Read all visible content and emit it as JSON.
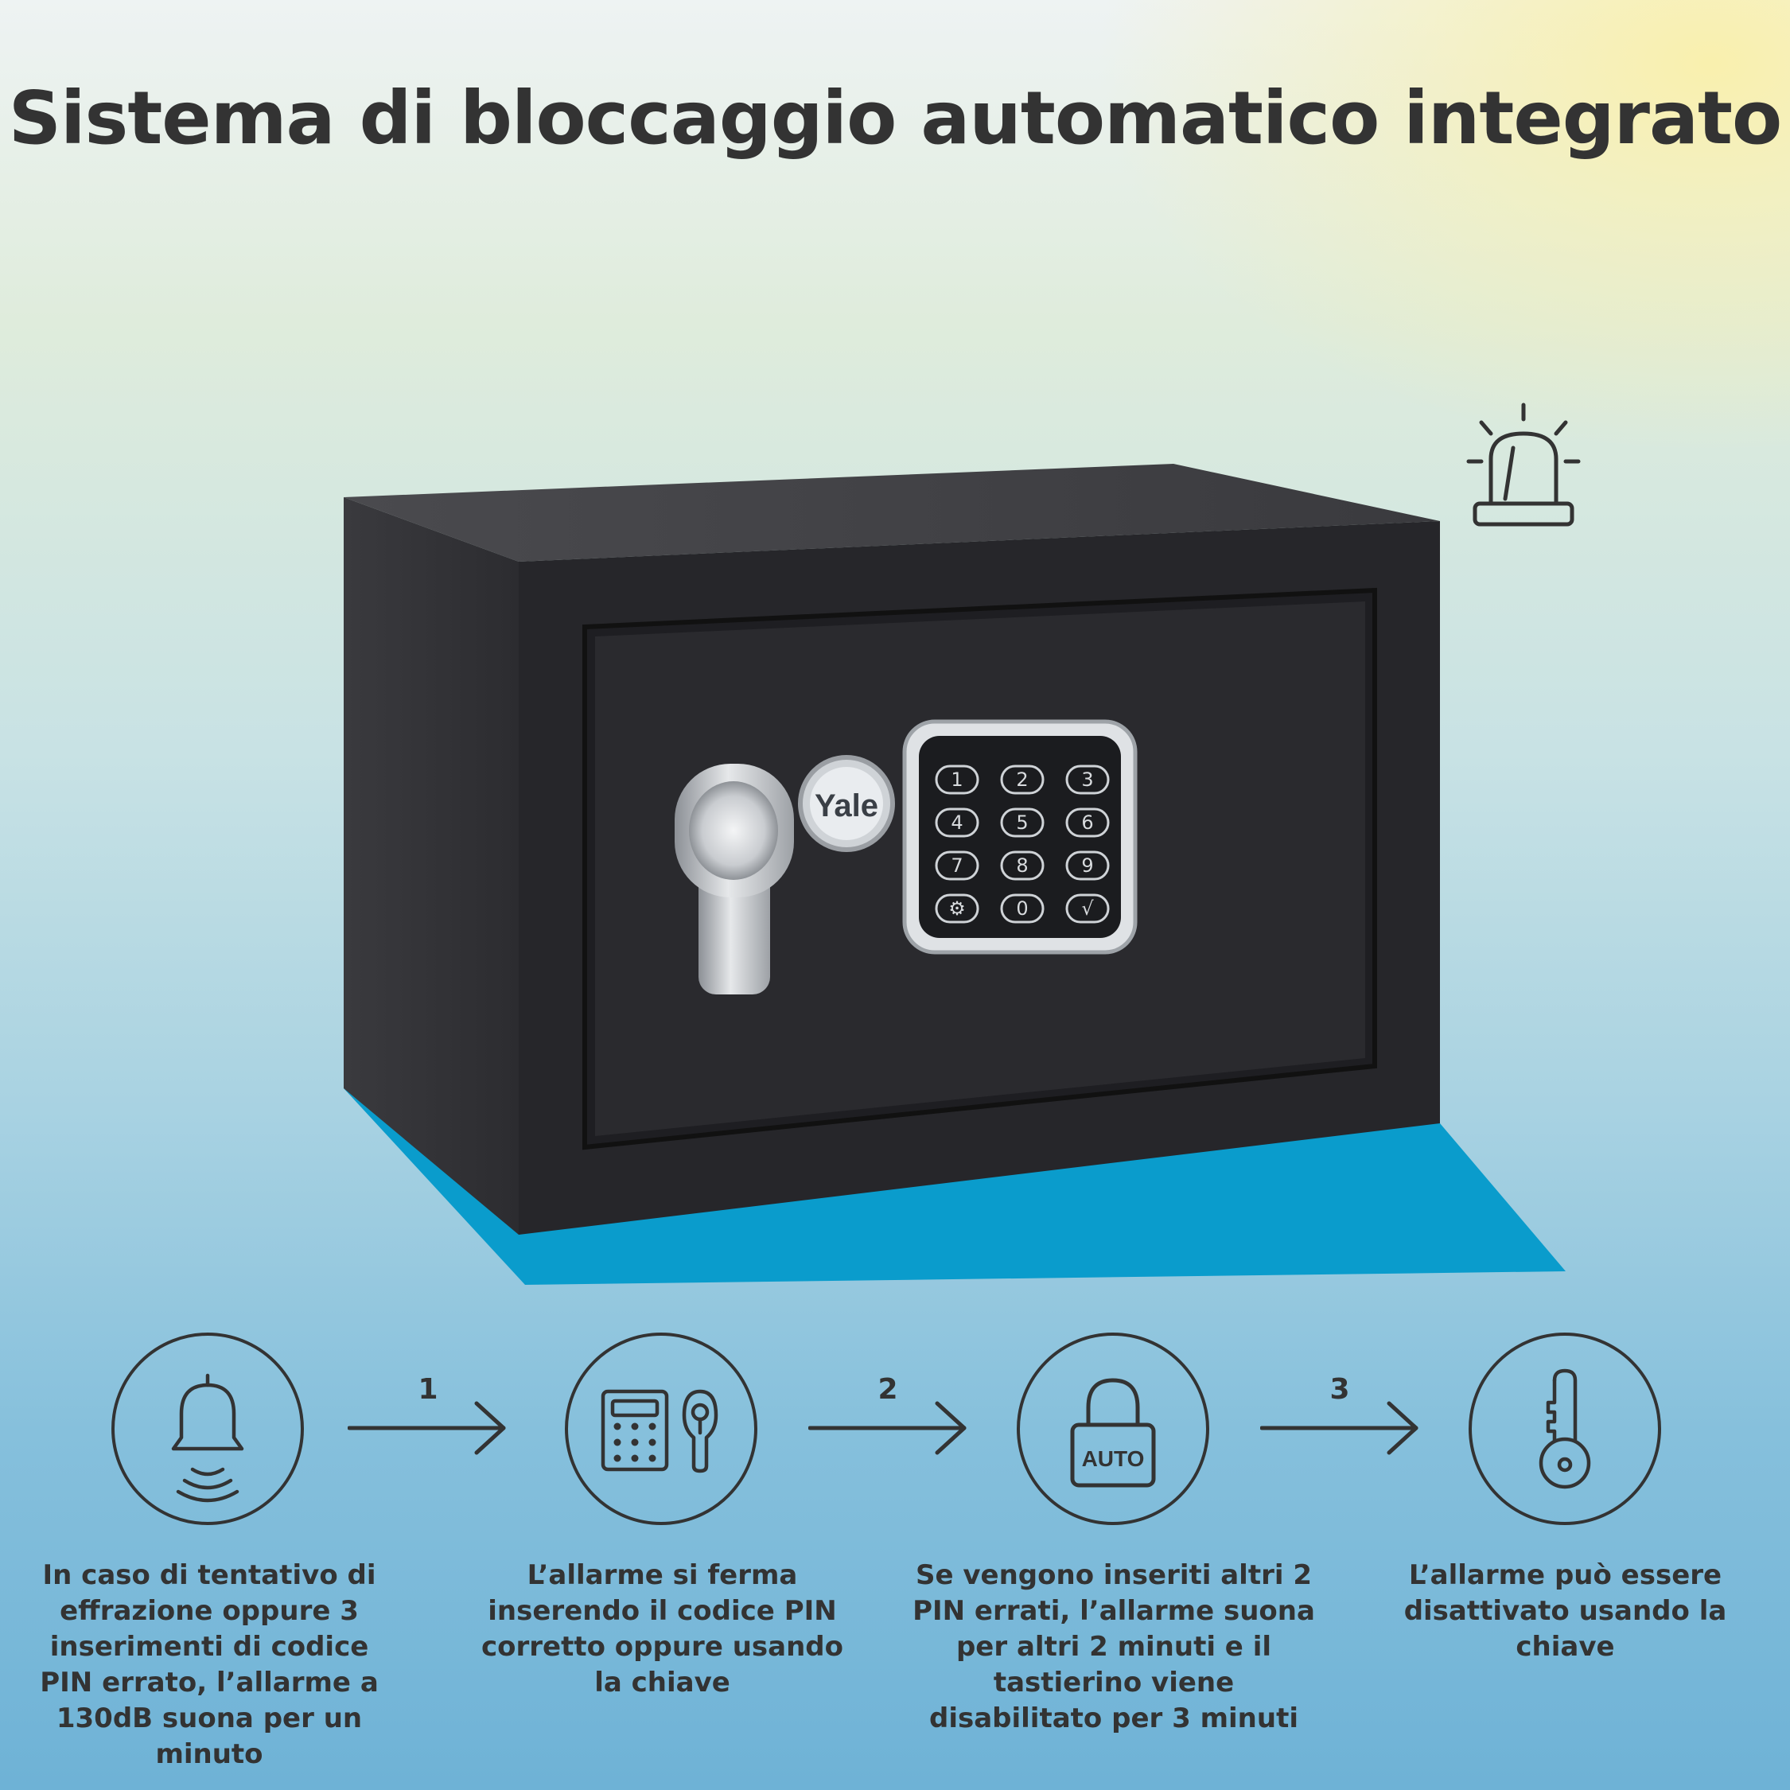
{
  "title": "Sistema di bloccaggio automatico integrato",
  "safe": {
    "brand": "Yale",
    "keypad_keys": [
      "1",
      "2",
      "3",
      "4",
      "5",
      "6",
      "7",
      "8",
      "9",
      "⚙",
      "0",
      "√"
    ]
  },
  "alarm_icon": "siren-icon",
  "steps": [
    {
      "icon": "bell-vibrate-icon",
      "text": "In caso di tentativo di effrazione oppure 3 inserimenti di codice PIN errato, l’allarme a 130dB suona per un minuto"
    },
    {
      "icon": "keypad-and-cylinder-icon",
      "text": "L’allarme si ferma inserendo il codice PIN corretto oppure usando la chiave"
    },
    {
      "icon": "padlock-auto-icon",
      "label": "AUTO",
      "text": "Se vengono inseriti altri 2 PIN errati, l’allarme suona per altri 2 minuti e il tastierino viene disabilitato per 3 minuti"
    },
    {
      "icon": "key-icon",
      "text": "L’allarme può essere disattivato usando la chiave"
    }
  ],
  "arrows": [
    {
      "number": "1"
    },
    {
      "number": "2"
    },
    {
      "number": "3"
    }
  ],
  "colors": {
    "text": "#333333",
    "shadow_blue": "#0a9ccc",
    "safe_body": "#26262a"
  }
}
